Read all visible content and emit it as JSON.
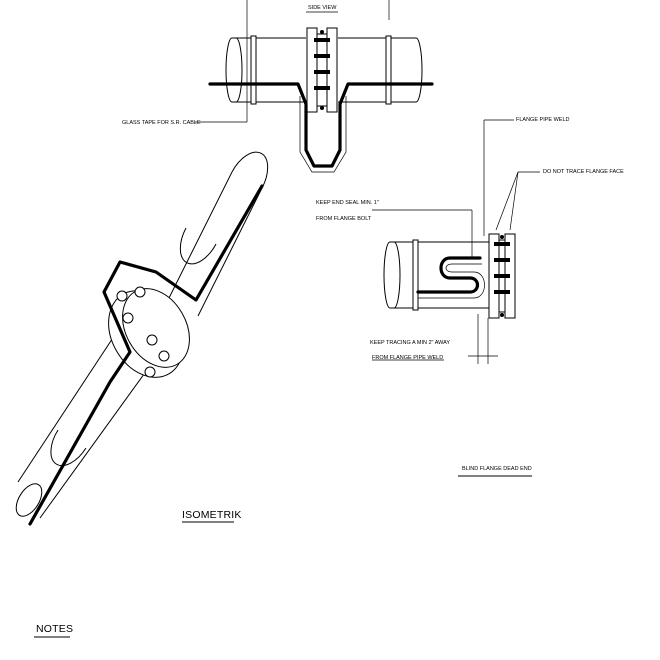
{
  "labels": {
    "side_view": "SIDE VIEW",
    "glass_tape": "GLASS TAPE FOR S.R. CABLE",
    "flange_pipe_weld": "FLANGE PIPE WELD",
    "do_not_trace": "DO NOT TRACE FLANGE FACE",
    "keep_end_seal_1": "KEEP END SEAL MIN. 1\"",
    "keep_end_seal_2": "FROM FLANGE BOLT",
    "keep_tracing_1": "KEEP TRACING A MIN 2\" AWAY",
    "keep_tracing_2": "FROM FLANGE PIPE WELD",
    "blind_flange": "BLIND FLANGE DEAD END",
    "isometrik": "ISOMETRIK",
    "notes": "NOTES"
  }
}
